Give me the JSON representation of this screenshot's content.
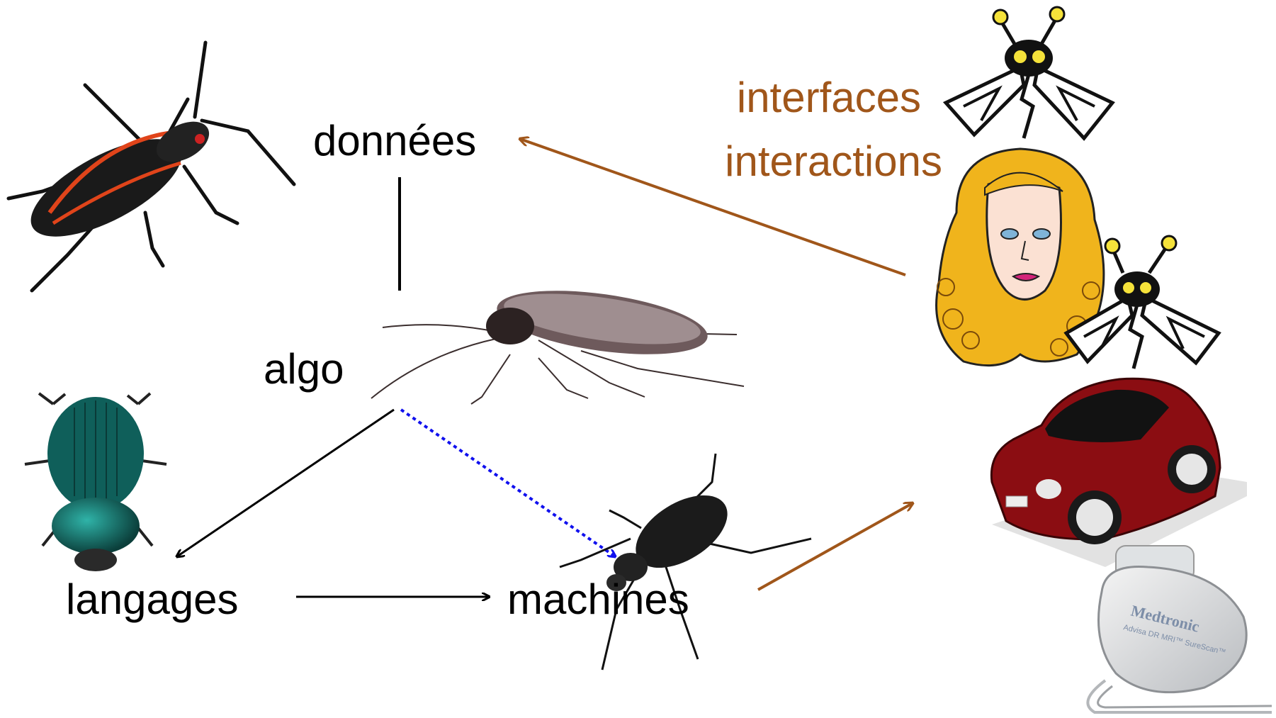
{
  "nodes": {
    "donnees": "données",
    "algo": "algo",
    "langages": "langages",
    "machines": "machines",
    "interfaces": "interfaces",
    "interactions": "interactions"
  },
  "pacemaker": {
    "brand": "Medtronic",
    "model": "Advisa DR MRI™ SureScan™"
  },
  "colors": {
    "text": "#000000",
    "accent": "#a0561a",
    "dotted": "#1010ee",
    "car": "#8b0d12",
    "hair": "#f0b41c",
    "beetle_teal": "#0f5f5a"
  },
  "icons": [
    "boxelder-bug",
    "cockroach",
    "dung-beetle",
    "ground-beetle",
    "bug-clipart",
    "woman-face-clipart",
    "red-car",
    "pacemaker"
  ]
}
